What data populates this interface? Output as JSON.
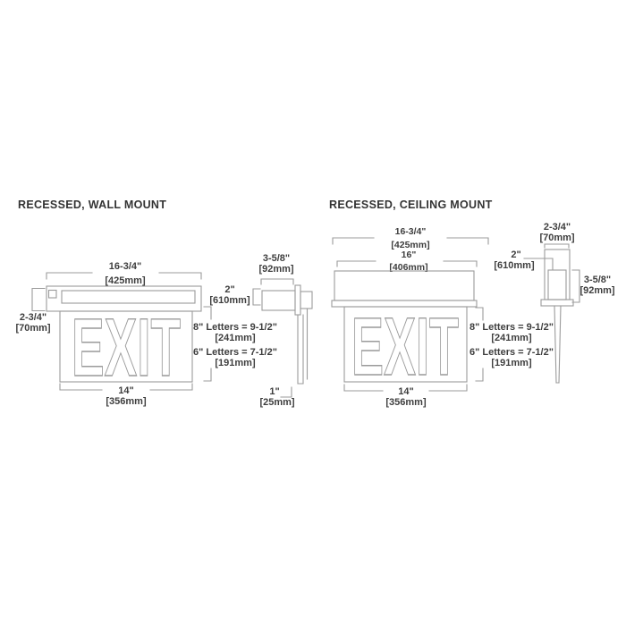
{
  "colors": {
    "background": "#ffffff",
    "line": "#9b9b9b",
    "text": "#3e3e3e"
  },
  "wall_mount": {
    "title": "RECESSED, WALL MOUNT",
    "front": {
      "exit": "EXIT",
      "width_in": "16-3/4\"",
      "width_mm": "[425mm]",
      "height_in": "2-3/4\"",
      "height_mm": "[70mm]",
      "face_in": "14\"",
      "face_mm": "[356mm]",
      "letters8": "8\" Letters = 9-1/2\"",
      "letters8_mm": "[241mm]",
      "letters6": "6\" Letters = 7-1/2\"",
      "letters6_mm": "[191mm]"
    },
    "side": {
      "height_in": "2\"",
      "height_mm": "[610mm]",
      "depth_in": "3-5/8\"",
      "depth_mm": "[92mm]",
      "thickness_in": "1\"",
      "thickness_mm": "[25mm]"
    }
  },
  "ceiling_mount": {
    "title": "RECESSED, CEILING MOUNT",
    "front": {
      "exit": "EXIT",
      "width_in": "16-3/4\"",
      "width_mm": "[425mm]",
      "inner_in": "16\"",
      "inner_mm": "[406mm]",
      "face_in": "14\"",
      "face_mm": "[356mm]",
      "letters8": "8\" Letters = 9-1/2\"",
      "letters8_mm": "[241mm]",
      "letters6": "6\" Letters = 7-1/2\"",
      "letters6_mm": "[191mm]"
    },
    "side": {
      "width_in": "2-3/4\"",
      "width_mm": "[70mm]",
      "recess_in": "2\"",
      "recess_mm": "[610mm]",
      "depth_in": "3-5/8\"",
      "depth_mm": "[92mm]"
    }
  }
}
